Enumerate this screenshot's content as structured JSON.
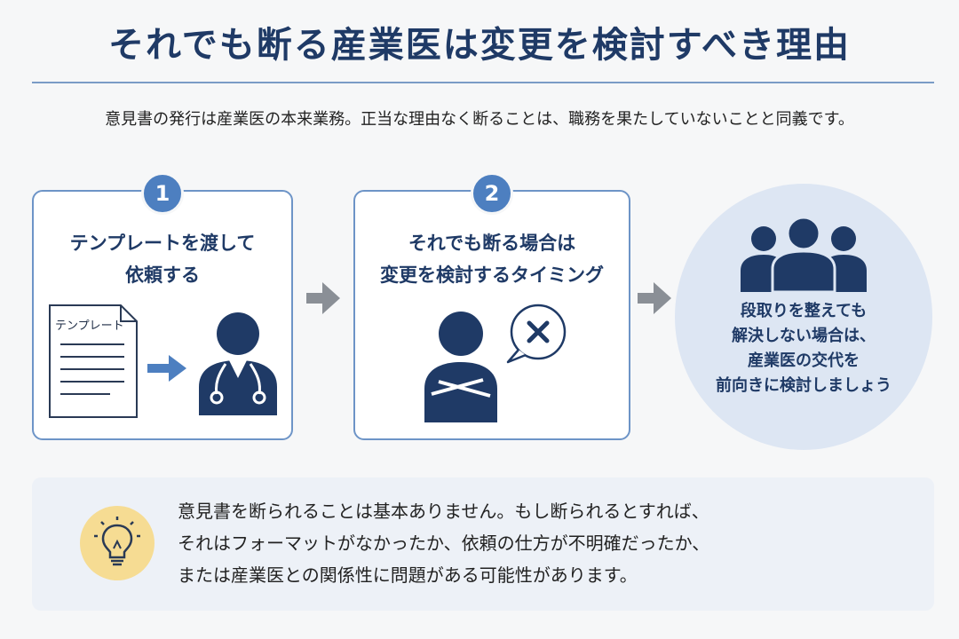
{
  "title": "それでも断る産業医は変更を検討すべき理由",
  "subtitle": "意見書の発行は産業医の本来業務。正当な理由なく断ることは、職務を果たしていないことと同義です。",
  "steps": [
    {
      "number": "1",
      "title_lines": [
        "テンプレートを渡して",
        "依頼する"
      ],
      "document_label": "テンプレート"
    },
    {
      "number": "2",
      "title_lines": [
        "それでも断る場合は",
        "変更を検討するタイミング"
      ]
    }
  ],
  "conclusion": {
    "lines": [
      "段取りを整えても",
      "解決しない場合は、",
      "産業医の交代を",
      "前向きに検討しましょう"
    ]
  },
  "note": {
    "lines": [
      "意見書を断られることは基本ありません。もし断られるとすれば、",
      "それはフォーマットがなかったか、依頼の仕方が不明確だったか、",
      "または産業医との関係性に問題がある可能性があります。"
    ]
  },
  "icons": [
    "document-icon",
    "arrow-right-icon",
    "doctor-icon",
    "person-crossed-arms-icon",
    "refusal-bubble-icon",
    "group-icon",
    "lightbulb-icon"
  ],
  "colors": {
    "navy": "#1f3a66",
    "accent": "#4d7fc0",
    "border": "#6d94c7",
    "arrow": "#8a8f96",
    "circle_bg": "#dde6f3",
    "note_bg": "#edf1f7",
    "bulb_bg": "#f6dc93"
  }
}
